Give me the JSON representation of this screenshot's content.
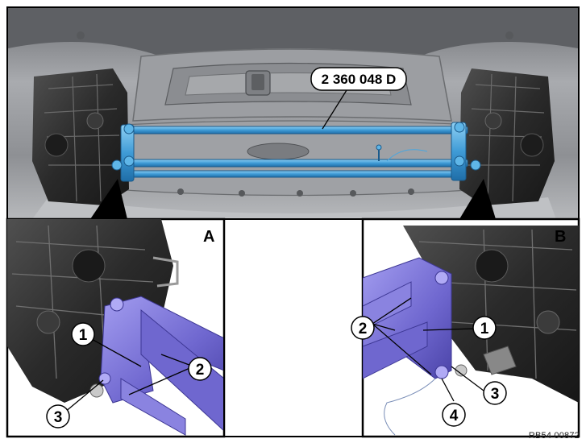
{
  "tool_number": "2 360 048 D",
  "panels": {
    "a": {
      "letter": "A",
      "labels": [
        "1",
        "2",
        "3"
      ]
    },
    "b": {
      "letter": "B",
      "labels": [
        "1",
        "2",
        "3",
        "4"
      ]
    }
  },
  "reference_code": "RB54 00872",
  "colors": {
    "tool_blue": "#4aa6de",
    "tool_violet": "#7a72d8",
    "body_grey": "#a7a9ad",
    "mechanism_black": "#2b2b2b"
  }
}
